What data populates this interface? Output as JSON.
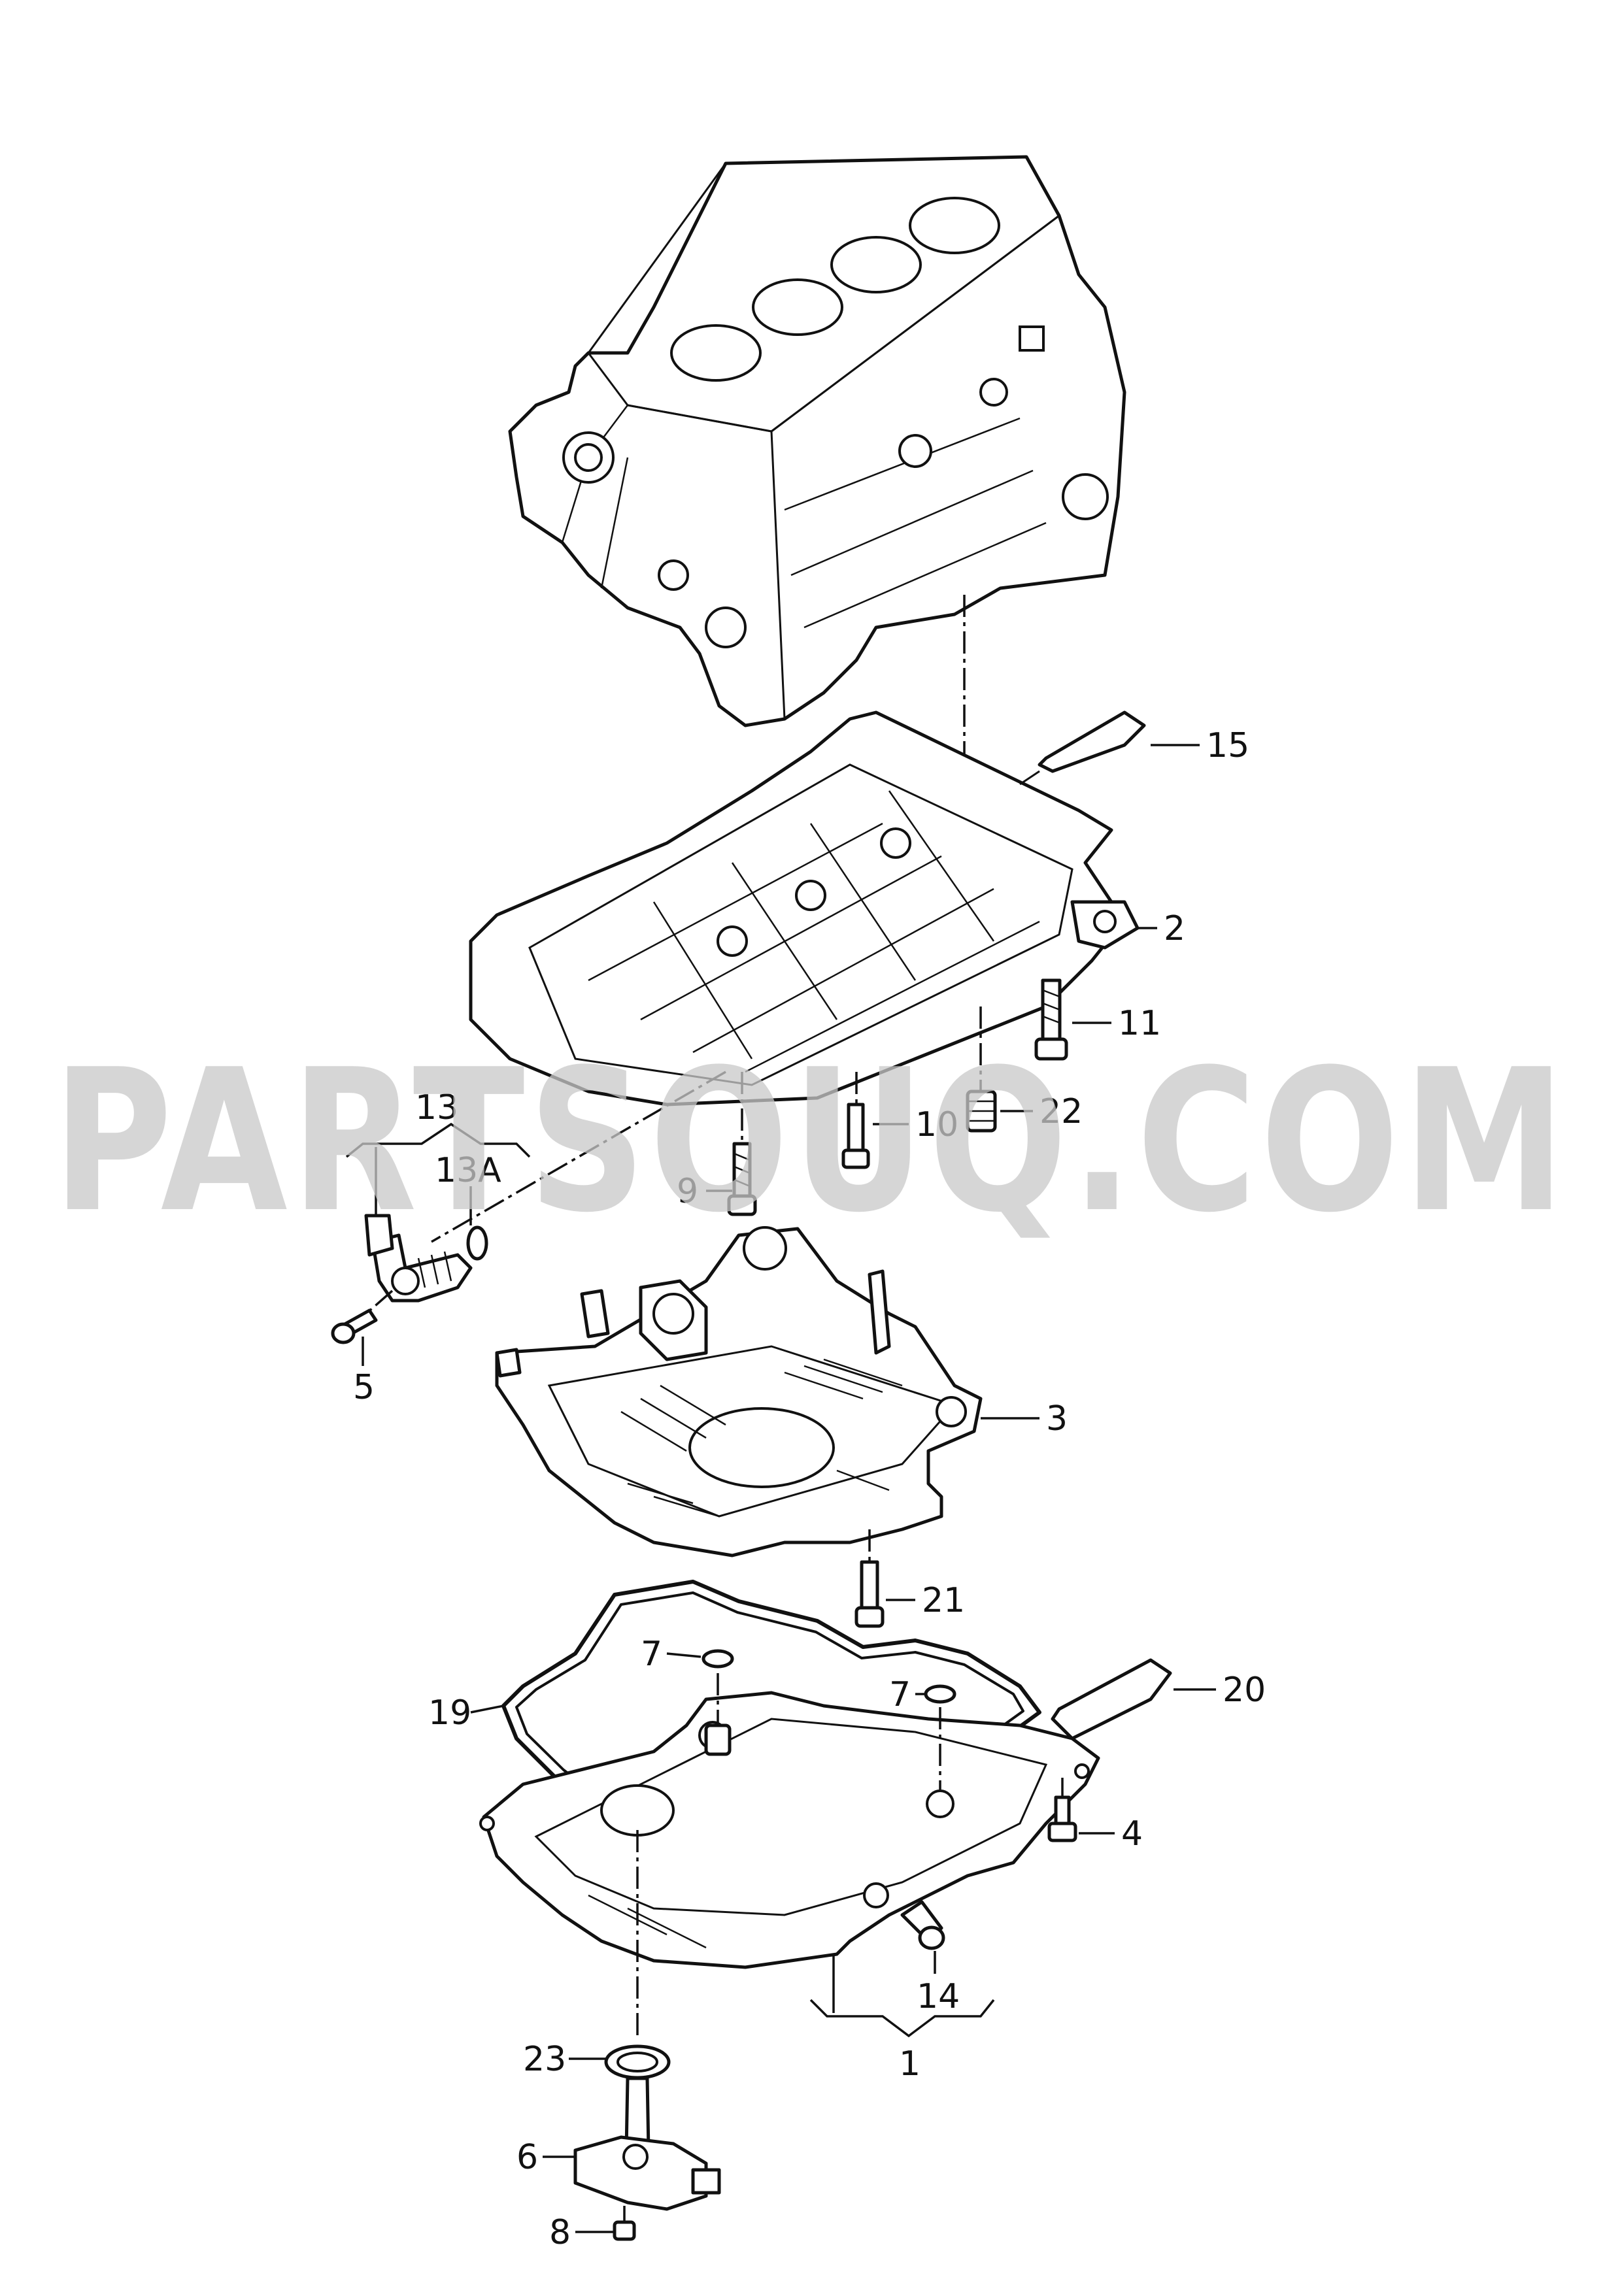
{
  "watermark": "PARTSOUQ.COM",
  "callouts": {
    "c1": "1",
    "c2": "2",
    "c3": "3",
    "c4": "4",
    "c5": "5",
    "c6": "6",
    "c7a": "7",
    "c7b": "7",
    "c8": "8",
    "c9": "9",
    "c10": "10",
    "c11": "11",
    "c13": "13",
    "c13a": "13A",
    "c14": "14",
    "c15": "15",
    "c19": "19",
    "c20": "20",
    "c21": "21",
    "c22": "22",
    "c23": "23"
  }
}
